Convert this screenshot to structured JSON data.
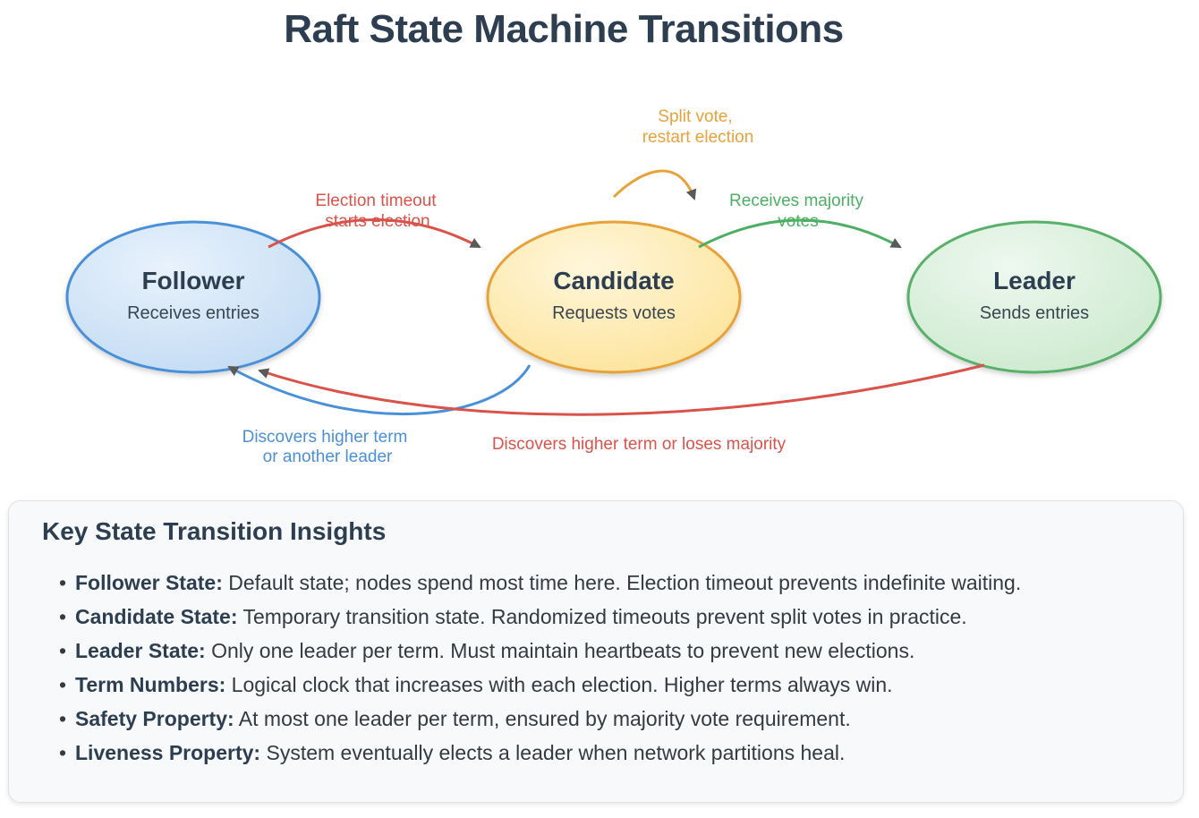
{
  "title": "Raft State Machine Transitions",
  "colors": {
    "follower_stroke": "#4a90d9",
    "candidate_stroke": "#e8a23a",
    "leader_stroke": "#58b06a",
    "red_edge": "#d9534a",
    "orange_edge": "#e8a23a",
    "green_edge": "#4caf63",
    "blue_edge": "#4a90d9",
    "text_dark": "#2c3e50"
  },
  "states": {
    "follower": {
      "name": "Follower",
      "desc": "Receives entries"
    },
    "candidate": {
      "name": "Candidate",
      "desc": "Requests votes"
    },
    "leader": {
      "name": "Leader",
      "desc": "Sends entries"
    }
  },
  "edges": {
    "election_timeout": {
      "line1": "Election timeout",
      "line2": "starts election"
    },
    "split_vote": {
      "line1": "Split vote,",
      "line2": "restart election"
    },
    "majority_votes": {
      "line1": "Receives majority",
      "line2": "votes"
    },
    "candidate_stepdown": {
      "line1": "Discovers higher term",
      "line2": "or another leader"
    },
    "leader_stepdown": {
      "label": "Discovers higher term or loses majority"
    }
  },
  "insights": {
    "title": "Key State Transition Insights",
    "items": [
      {
        "term": "Follower State:",
        "text": "Default state; nodes spend most time here. Election timeout prevents indefinite waiting."
      },
      {
        "term": "Candidate State:",
        "text": "Temporary transition state. Randomized timeouts prevent split votes in practice."
      },
      {
        "term": "Leader State:",
        "text": "Only one leader per term. Must maintain heartbeats to prevent new elections."
      },
      {
        "term": "Term Numbers:",
        "text": "Logical clock that increases with each election. Higher terms always win."
      },
      {
        "term": "Safety Property:",
        "text": "At most one leader per term, ensured by majority vote requirement."
      },
      {
        "term": "Liveness Property:",
        "text": "System eventually elects a leader when network partitions heal."
      }
    ]
  }
}
